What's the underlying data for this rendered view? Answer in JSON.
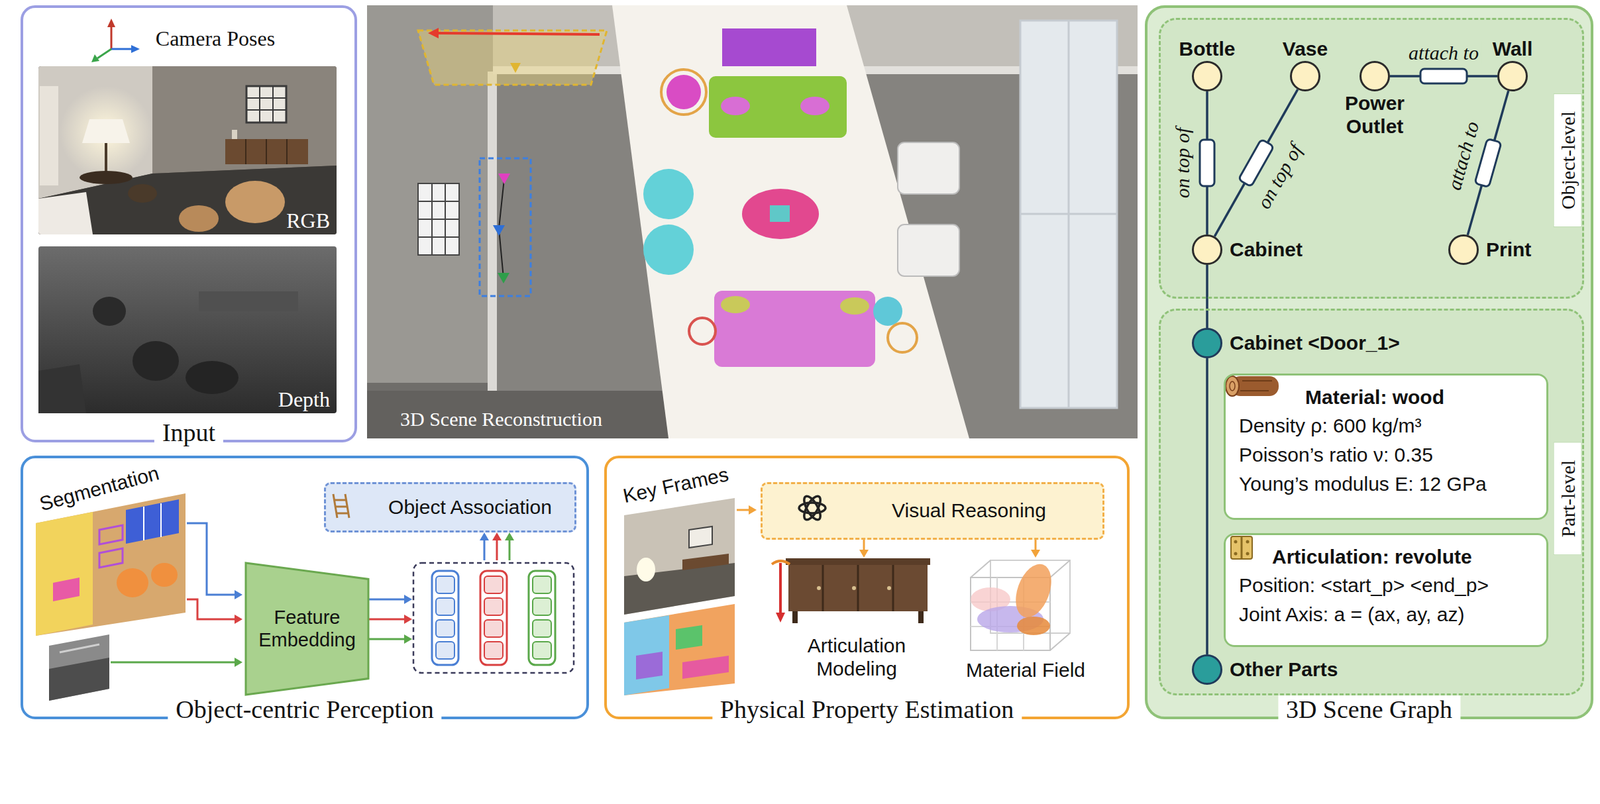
{
  "diagram": {
    "nodes": [
      {
        "text": [
          "Input"
        ]
      },
      {
        "text": [
          "RGB"
        ],
        "in": 0
      },
      {
        "text": [
          "Depth"
        ],
        "in": 0
      },
      {
        "text": [
          "3D Scene Reconstruction"
        ]
      },
      {
        "text": [
          "3D Scene Graph"
        ]
      },
      {
        "text": [
          "Object-level"
        ],
        "in": 4
      },
      {
        "text": [
          "Bottle"
        ],
        "in": 5
      },
      {
        "text": [
          "Vase"
        ],
        "in": 5
      },
      {
        "text": [
          "Power Outlet"
        ],
        "in": 5
      },
      {
        "text": [
          "Wall"
        ],
        "in": 5
      },
      {
        "text": [
          "Cabinet"
        ],
        "in": 5
      },
      {
        "text": [
          "Print"
        ],
        "in": 5
      },
      {
        "text": [
          "Part-level"
        ],
        "in": 4
      },
      {
        "text": [
          "Cabinet <Door_1>"
        ],
        "in": 12
      },
      {
        "text": [
          "Material: wood",
          "Density ρ: 600 kg/m³",
          "Poisson’s ratio ν: 0.35",
          "Young’s modulus E: 12 GPa"
        ],
        "in": 12
      },
      {
        "text": [
          "Articulation: revolute",
          "Position: <start_p> <end_p>",
          "Joint Axis: a = (ax, ay, az)"
        ],
        "in": 12
      },
      {
        "text": [
          "Other Parts"
        ],
        "in": 12
      },
      {
        "text": [
          "Object-centric Perception"
        ]
      },
      {
        "text": [
          "Object Association"
        ],
        "in": 17
      },
      {
        "text": [
          "Feature Embedding"
        ],
        "in": 17
      },
      {
        "text": [
          "Physical Property Estimation"
        ]
      },
      {
        "text": [
          "Visual Reasoning"
        ],
        "in": 20
      }
    ],
    "edges": [
      {
        "from": 6,
        "to": 10,
        "label": "on top of",
        "arrow": "none"
      },
      {
        "from": 7,
        "to": 10,
        "label": "on top of",
        "arrow": "none"
      },
      {
        "from": 8,
        "to": 9,
        "label": "attach to",
        "arrow": "none"
      },
      {
        "from": 11,
        "to": 9,
        "label": "attach to",
        "arrow": "none"
      },
      {
        "from": 10,
        "to": 13,
        "arrow": "none"
      },
      {
        "from": 13,
        "to": 16,
        "arrow": "none"
      }
    ],
    "labels": [
      "Camera Poses",
      "Segmentation",
      "Key Frames",
      "Articulation Modeling",
      "Material Field"
    ]
  }
}
